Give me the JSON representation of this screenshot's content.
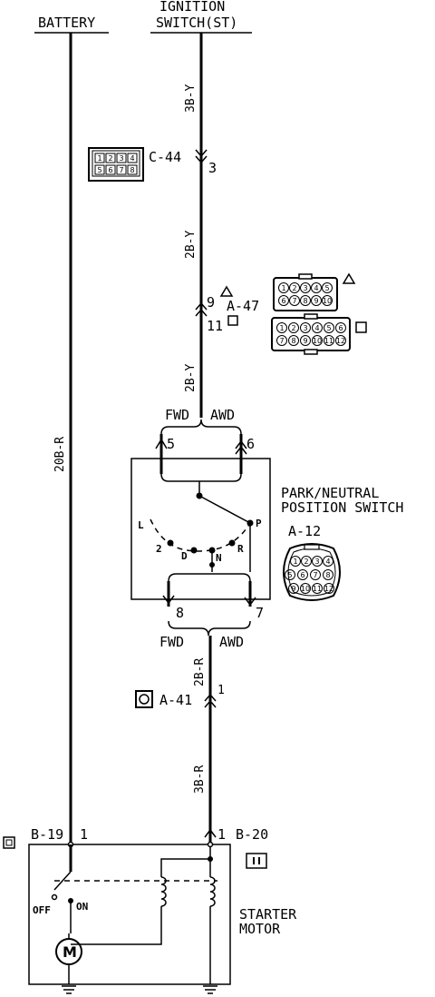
{
  "labels": {
    "battery": "BATTERY",
    "ignition_line1": "IGNITION",
    "ignition_line2": "SWITCH(ST)",
    "wire_3by": "3B-Y",
    "conn_c44": "C-44",
    "pin_3": "3",
    "wire_2by_upper": "2B-Y",
    "pin_9": "9",
    "conn_a47": "A-47",
    "pin_11": "11",
    "wire_2by_lower": "2B-Y",
    "wire_20br": "20B-R",
    "fwd_top": "FWD",
    "awd_top": "AWD",
    "pin_5": "5",
    "pin_6": "6",
    "park_line1": "PARK/NEUTRAL",
    "park_line2": "POSITION SWITCH",
    "conn_a12": "A-12",
    "pos_L": "L",
    "pos_2": "2",
    "pos_D": "D",
    "pos_N": "N",
    "pos_R": "R",
    "pos_P": "P",
    "pin_8": "8",
    "pin_7": "7",
    "fwd_bottom": "FWD",
    "awd_bottom": "AWD",
    "wire_2br": "2B-R",
    "conn_a41": "A-41",
    "pin_1_a41": "1",
    "wire_3br": "3B-R",
    "conn_b19": "B-19",
    "pin_1_b19": "1",
    "pin_1_b20": "1",
    "conn_b20": "B-20",
    "off": "OFF",
    "on": "ON",
    "motor_symbol": "M",
    "starter_line1": "STARTER",
    "starter_line2": "MOTOR"
  },
  "connector_pins": {
    "c44": [
      "1",
      "2",
      "3",
      "4",
      "5",
      "6",
      "7",
      "8"
    ],
    "a47_top": [
      "1",
      "2",
      "3",
      "4",
      "5"
    ],
    "a47_bottom": [
      "6",
      "7",
      "8",
      "9",
      "10"
    ],
    "a47_big_top": [
      "1",
      "2",
      "3",
      "4",
      "5",
      "6"
    ],
    "a47_big_bottom": [
      "7",
      "8",
      "9",
      "10",
      "11",
      "12"
    ],
    "a12_top": [
      "1",
      "2",
      "3",
      "4"
    ],
    "a12_mid": [
      "5",
      "6",
      "7",
      "8"
    ],
    "a12_bottom": [
      "9",
      "10",
      "11",
      "12"
    ]
  },
  "connector_symbols": {
    "a47_small_marker": "triangle",
    "a47_big_marker": "square",
    "a41_icon": "round-connector",
    "b19_icon": "square-connector",
    "b20_icon": "two-pin-connector"
  },
  "colors": {
    "ink": "#000000",
    "paper": "#ffffff"
  }
}
